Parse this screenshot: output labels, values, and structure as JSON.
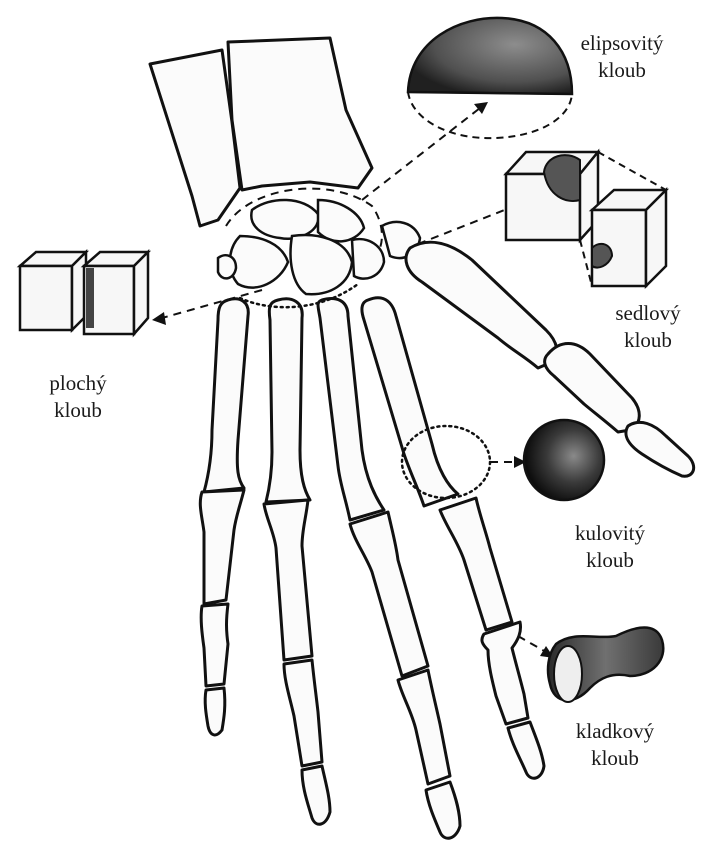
{
  "labels": {
    "elipsovity": [
      "elipsovitý",
      "kloub"
    ],
    "sedlovy": [
      "sedlový",
      "kloub"
    ],
    "plochy": [
      "plochý",
      "kloub"
    ],
    "kulovity": [
      "kulovitý",
      "kloub"
    ],
    "kladkovy": [
      "kladkový",
      "kloub"
    ]
  },
  "colors": {
    "outline": "#111111",
    "bone_fill": "#fbfbfb",
    "joint_shading": "#555555"
  }
}
